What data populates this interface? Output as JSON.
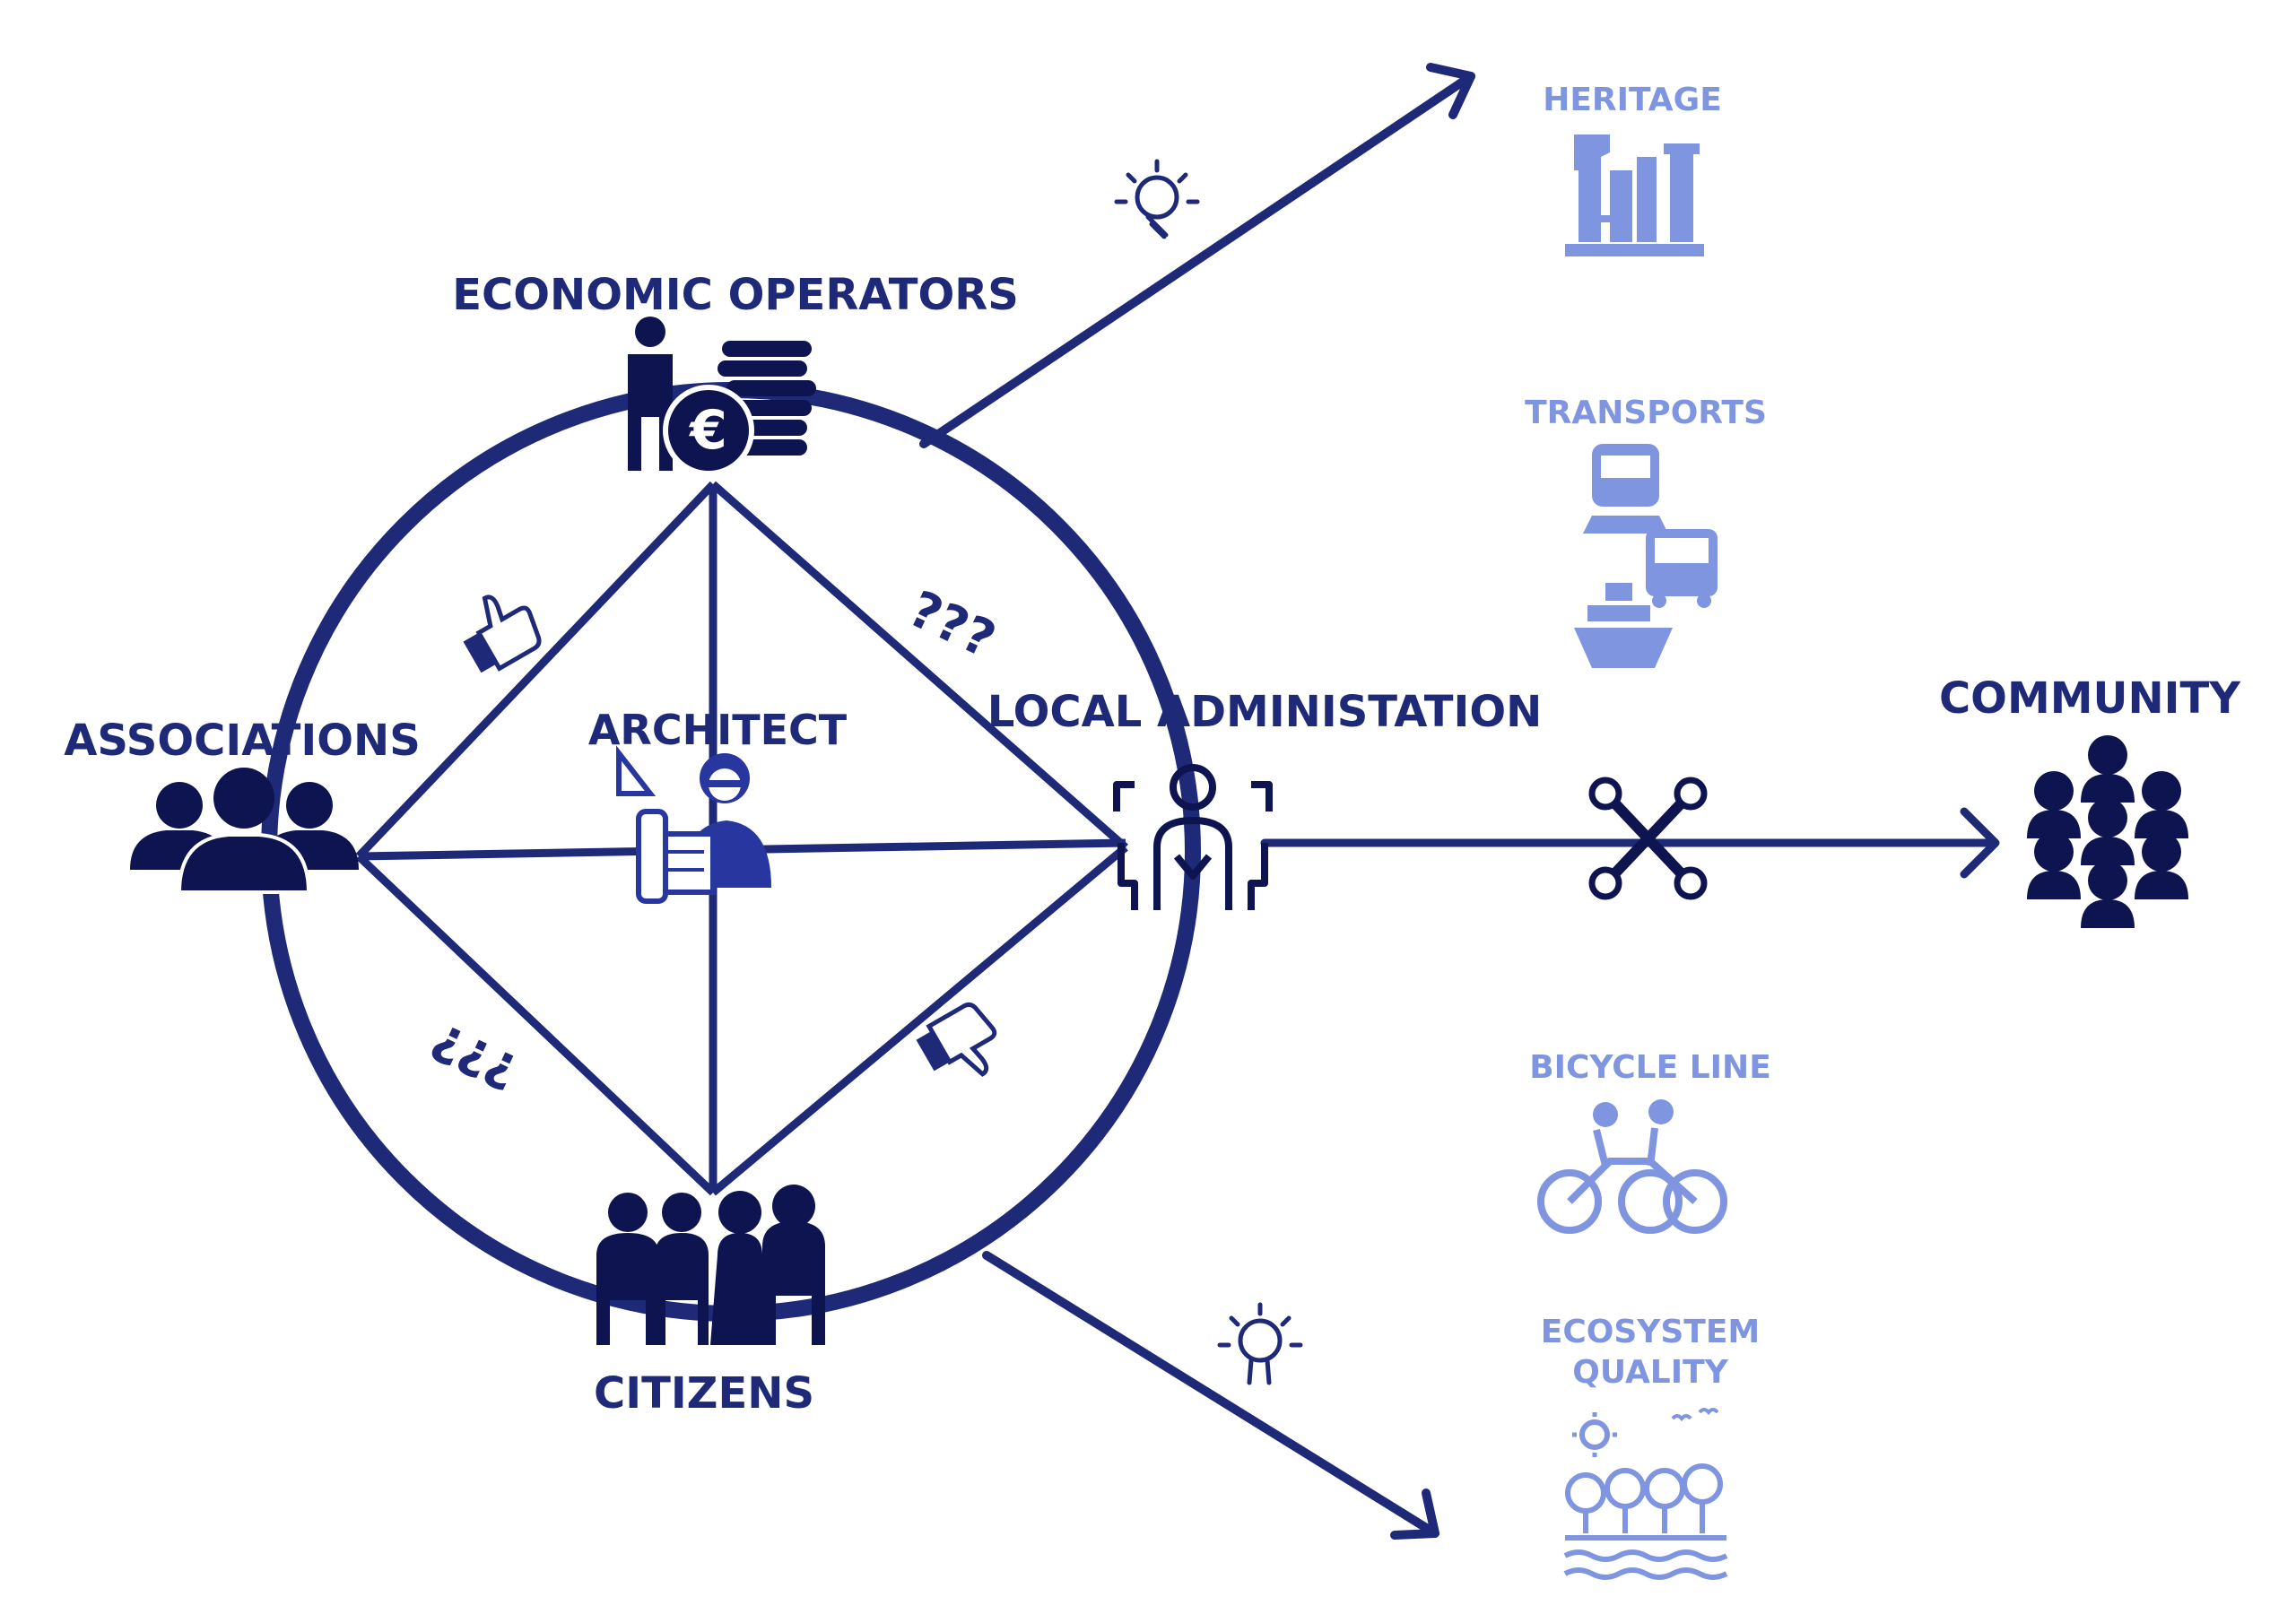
{
  "nodes": {
    "economic_operators": "ECONOMIC OPERATORS",
    "associations": "ASSOCIATIONS",
    "architect": "ARCHITECT",
    "local_administration": "LOCAL ADMINISTATION",
    "citizens": "CITIZENS",
    "community": "COMMUNITY"
  },
  "themes": {
    "heritage": "HERITAGE",
    "transports": "TRANSPORTS",
    "bicycle_line": "BICYCLE LINE",
    "ecosystem_quality_1": "ECOSYSTEM",
    "ecosystem_quality_2": "QUALITY"
  },
  "edge_marks": {
    "question_marks": "???",
    "inverted_question_marks": "¿¿¿"
  },
  "colors": {
    "primary": "#1e2a78",
    "secondary": "#7f95e0",
    "icon_dark": "#0d1450"
  },
  "icons": [
    "euro-coins-businessman-icon",
    "group-people-icon",
    "architect-woman-icon",
    "administration-people-icon",
    "citizens-group-icon",
    "community-crowd-icon",
    "heritage-ruins-icon",
    "train-bus-ship-icon",
    "tandem-bicycle-icon",
    "trees-river-icon",
    "lightbulb-icon",
    "thumbs-up-icon",
    "thumbs-down-icon",
    "wrench-tools-icon"
  ]
}
